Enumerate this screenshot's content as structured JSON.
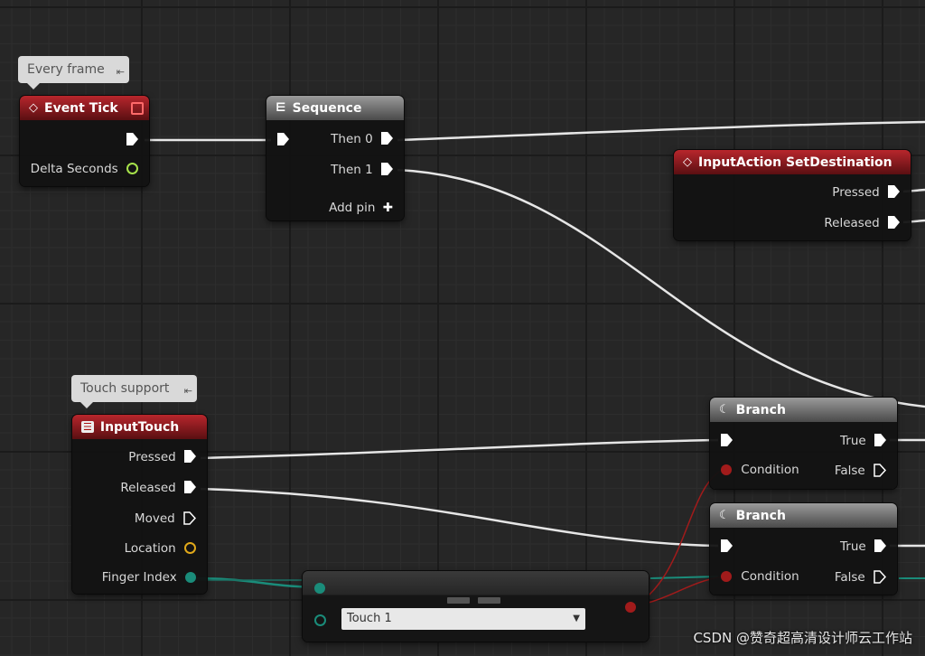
{
  "comments": {
    "every_frame": "Every frame",
    "touch_support": "Touch support"
  },
  "event_tick": {
    "title": "Event Tick",
    "delta_seconds": "Delta Seconds"
  },
  "sequence": {
    "title": "Sequence",
    "then0": "Then 0",
    "then1": "Then 1",
    "add_pin": "Add pin"
  },
  "input_action": {
    "title": "InputAction SetDestination",
    "pressed": "Pressed",
    "released": "Released"
  },
  "input_touch": {
    "title": "InputTouch",
    "pressed": "Pressed",
    "released": "Released",
    "moved": "Moved",
    "location": "Location",
    "finger_index": "Finger Index"
  },
  "branch1": {
    "title": "Branch",
    "condition": "Condition",
    "true_label": "True",
    "false_label": "False"
  },
  "branch2": {
    "title": "Branch",
    "condition": "Condition",
    "true_label": "True",
    "false_label": "False"
  },
  "compare_node": {
    "selected_value": "Touch 1"
  },
  "watermark": "CSDN @赞奇超高清设计师云工作站",
  "colors": {
    "event_header": "#b8262c",
    "function_header": "#7a7a7a",
    "float_pin": "#a6e24a",
    "vector_pin": "#e0a81a",
    "byte_pin": "#1a8c7a",
    "bool_pin": "#a11b1b"
  },
  "icons": {
    "event": "diamond-icon",
    "sequence": "sequence-icon",
    "branch": "branch-icon",
    "input_touch": "touch-icon",
    "add_pin": "plus-icon",
    "comment_pin": "pin-icon"
  }
}
